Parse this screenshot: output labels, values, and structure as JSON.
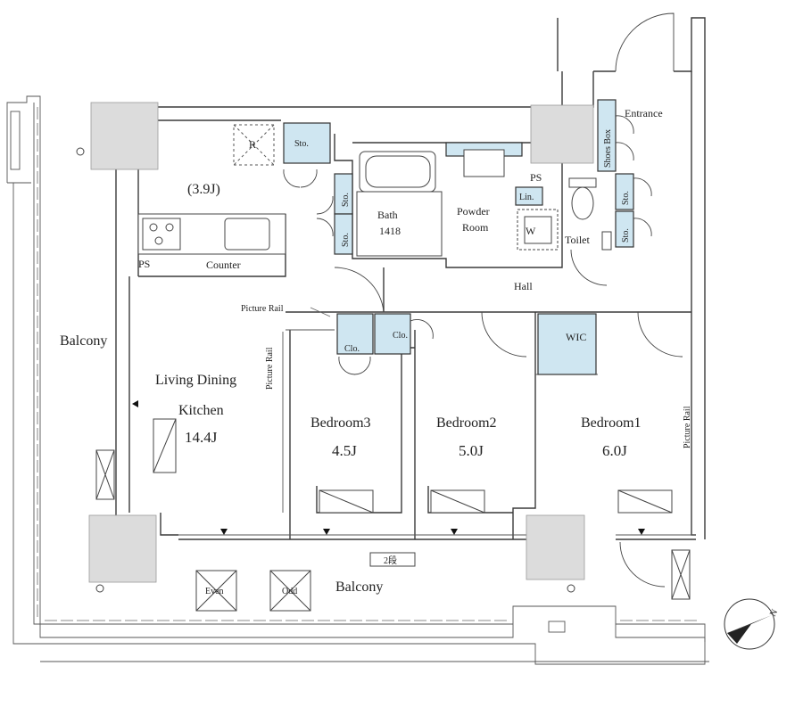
{
  "rooms": {
    "entrance": "Entrance",
    "shoes_box": "Shoes Box",
    "sto": "Sto.",
    "ps": "PS",
    "lin": "Lin.",
    "w": "W",
    "toilet": "Toilet",
    "bath": "Bath",
    "bath_size": "1418",
    "powder": "Powder",
    "powder2": "Room",
    "kitchen_size": "(3.9J)",
    "r": "R",
    "counter": "Counter",
    "hall": "Hall",
    "picture_rail": "Picture Rail",
    "clo": "Clo.",
    "wic": "WIC",
    "ldk1": "Living Dining",
    "ldk2": "Kitchen",
    "ldk_size": "14.4J",
    "bedroom3": "Bedroom3",
    "bedroom3_size": "4.5J",
    "bedroom2": "Bedroom2",
    "bedroom2_size": "5.0J",
    "bedroom1": "Bedroom1",
    "bedroom1_size": "6.0J",
    "balcony_left": "Balcony",
    "balcony_bottom": "Balcony",
    "even": "Even",
    "odd": "Odd",
    "step": "2段",
    "north": "N"
  },
  "colors": {
    "storage": "#cfe6f1",
    "pillar": "#dcdcdc",
    "wall": "#3a3a3a"
  }
}
